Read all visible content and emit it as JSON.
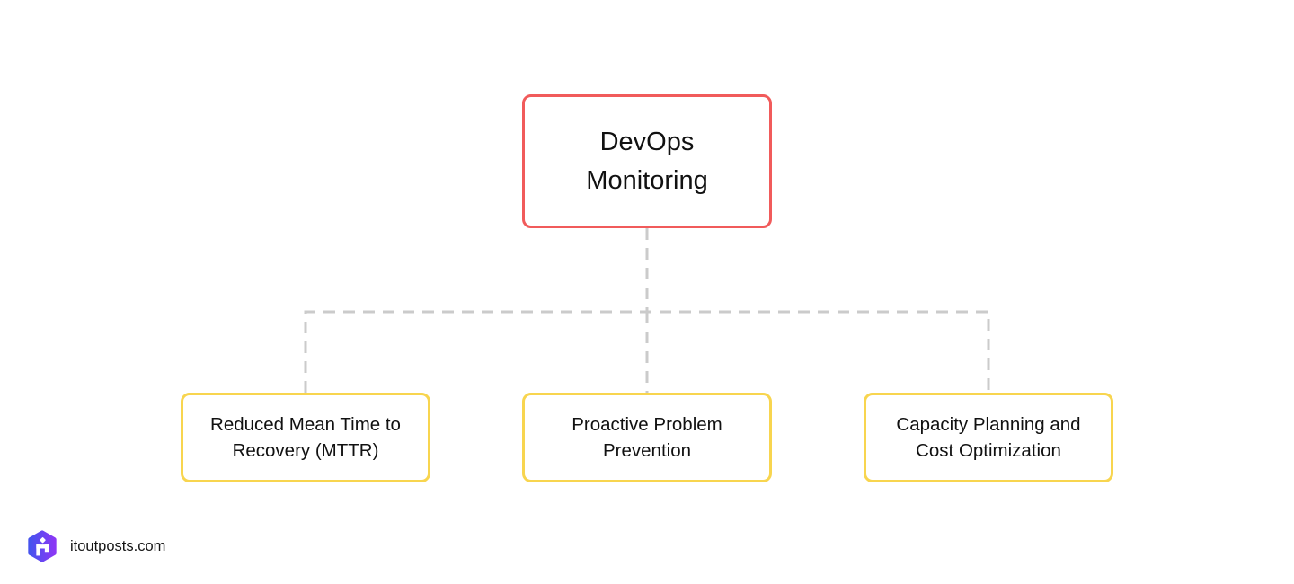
{
  "diagram": {
    "title_box": {
      "label": "DevOps\nMonitoring"
    },
    "child_boxes": [
      {
        "label": "Reduced Mean Time to\nRecovery (MTTR)"
      },
      {
        "label": "Proactive Problem\nPrevention"
      },
      {
        "label": "Capacity Planning and\nCost Optimization"
      }
    ]
  },
  "footer": {
    "site": "itoutposts.com"
  },
  "colors": {
    "root_border": "#F15B5B",
    "child_border": "#F8D54F",
    "connector": "#CBCBCB",
    "text": "#111111",
    "logo_blue": "#4653EE",
    "logo_purple": "#8A38F5"
  }
}
